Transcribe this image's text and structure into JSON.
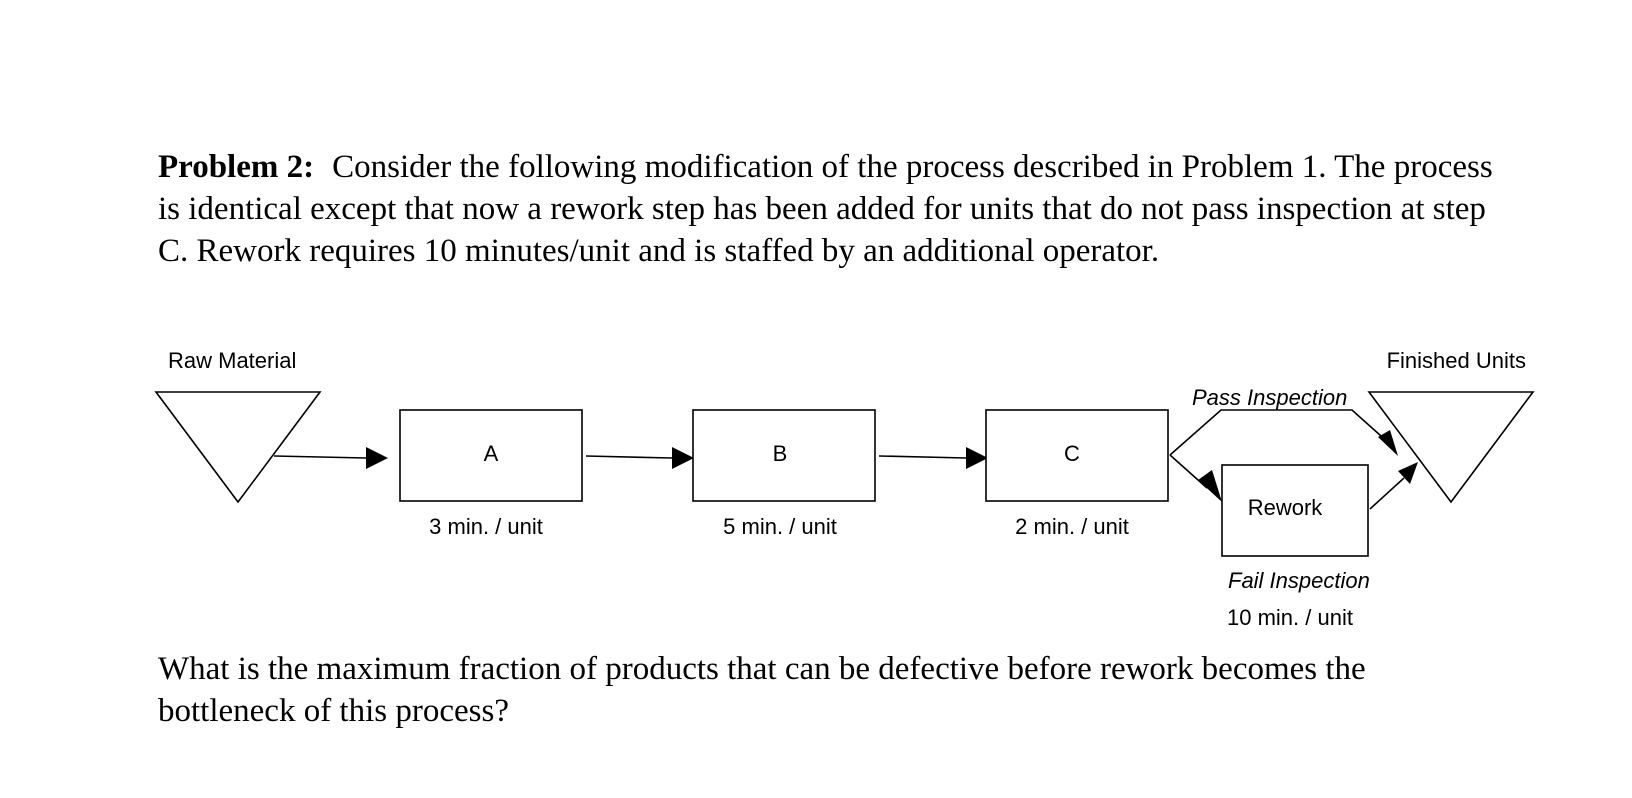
{
  "problem": {
    "label": "Problem 2:",
    "intro": "Consider the following modification of the process described in Problem 1. The process is identical except that now a rework step has been added for units that do not pass inspection at step C.  Rework requires 10 minutes/unit and is staffed by an additional operator.",
    "question": "What is the maximum fraction of products that can be defective before rework becomes the bottleneck of this process?"
  },
  "diagram": {
    "raw_material_label": "Raw Material",
    "finished_units_label": "Finished Units",
    "steps": [
      {
        "name": "A",
        "time": "3 min. / unit"
      },
      {
        "name": "B",
        "time": "5 min. / unit"
      },
      {
        "name": "C",
        "time": "2 min. / unit"
      }
    ],
    "rework": {
      "name": "Rework",
      "time": "10 min. / unit",
      "fail_label": "Fail Inspection"
    },
    "pass_label": "Pass Inspection"
  }
}
